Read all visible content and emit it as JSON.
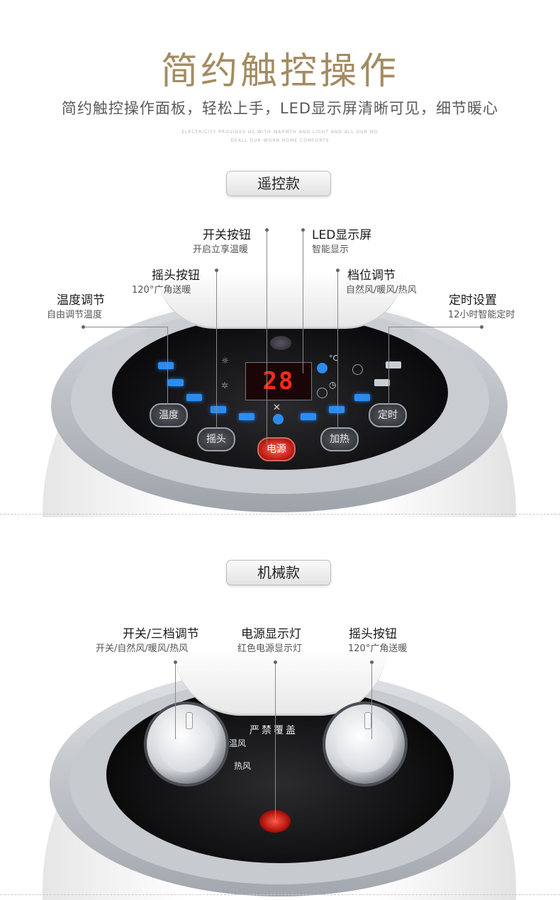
{
  "header": {
    "title": "简约触控操作",
    "subtitle": "简约触控操作面板，轻松上手，LED显示屏清晰可见，细节暖心",
    "tagline_line1": "ELECTRICITY PROVIDES US WITH WARMTH AND LIGHT AND ALL OUR MO",
    "tagline_line2": "DEALL OUR WORN HOME COMFORTS"
  },
  "remote_model": {
    "badge": "遥控款",
    "callouts": [
      {
        "title": "开关按钮",
        "desc": "开启立享温暖"
      },
      {
        "title": "LED显示屏",
        "desc": "智能显示"
      },
      {
        "title": "摇头按钮",
        "desc": "120°广角送暖"
      },
      {
        "title": "档位调节",
        "desc": "自然风/暖风/热风"
      },
      {
        "title": "温度调节",
        "desc": "自由调节温度"
      },
      {
        "title": "定时设置",
        "desc": "12小时智能定时"
      }
    ],
    "panel": {
      "display_value": "28",
      "btn_temp": "温度",
      "btn_swing": "摇头",
      "btn_power": "电源",
      "btn_heat": "加热",
      "btn_timer": "定时",
      "celsius": "°C"
    }
  },
  "mechanical_model": {
    "badge": "机械款",
    "callouts": [
      {
        "title": "开关/三档调节",
        "desc": "开关/自然风/暖风/热风"
      },
      {
        "title": "电源显示灯",
        "desc": "红色电源显示灯"
      },
      {
        "title": "摇头按钮",
        "desc": "120°广角送暖"
      }
    ],
    "panel": {
      "warning": "严禁覆盖",
      "mode_warm": "温风",
      "mode_hot": "热风"
    }
  },
  "colors": {
    "title": "#a38c62",
    "led_red": "#ff2a1a",
    "button_blue": "#2b8cf0"
  }
}
